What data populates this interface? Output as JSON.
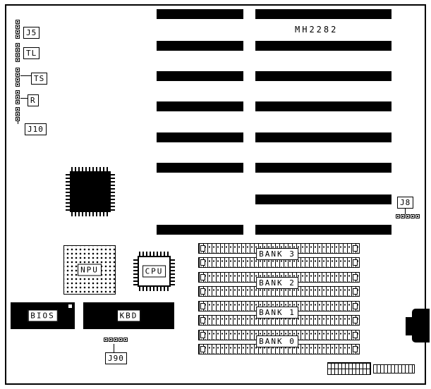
{
  "title": "MH2282",
  "jumpers": [
    {
      "label": "J5"
    },
    {
      "label": "TL"
    },
    {
      "label": "TS"
    },
    {
      "label": "R"
    },
    {
      "label": "J10"
    }
  ],
  "connectors": {
    "j8": "J8",
    "j90": "J90"
  },
  "chips": {
    "npu": "NPU",
    "cpu": "CPU",
    "bios": "BIOS",
    "kbd": "KBD"
  },
  "banks": [
    {
      "label": "BANK 3"
    },
    {
      "label": "BANK 2"
    },
    {
      "label": "BANK 1"
    },
    {
      "label": "BANK 0"
    }
  ]
}
